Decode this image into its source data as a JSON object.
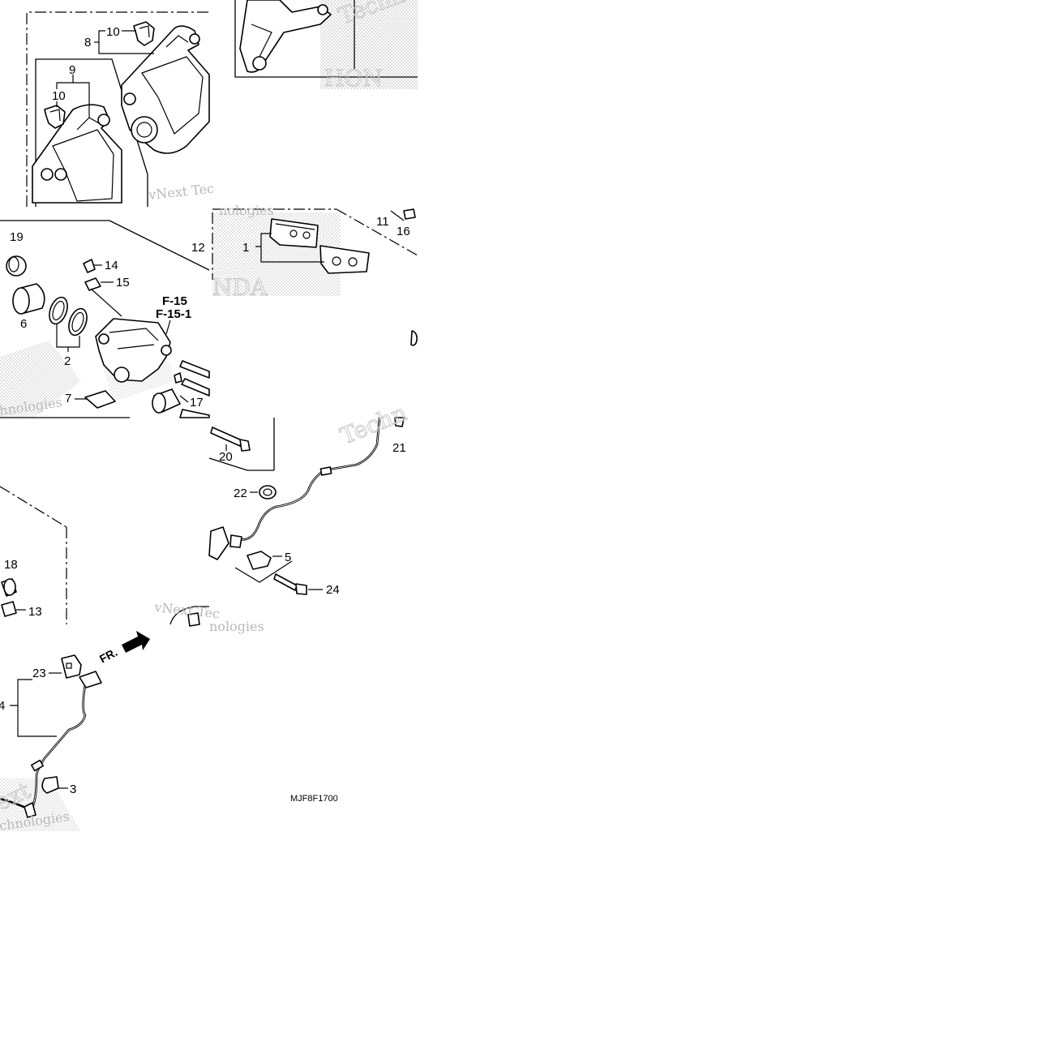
{
  "callouts": {
    "c1": "1",
    "c2": "2",
    "c3": "3",
    "c4": "4",
    "c5": "5",
    "c6": "6",
    "c7": "7",
    "c8": "8",
    "c9": "9",
    "c10a": "10",
    "c10b": "10",
    "c11": "11",
    "c12": "12",
    "c13": "13",
    "c14": "14",
    "c15": "15",
    "c16": "16",
    "c17": "17",
    "c18": "18",
    "c19": "19",
    "c20": "20",
    "c21": "21",
    "c22": "22",
    "c23": "23",
    "c24": "24"
  },
  "references": {
    "ref1": "F-15",
    "ref2": "F-15-1"
  },
  "direction_label": "FR.",
  "diagram_code": "MJF8F1700",
  "watermarks": {
    "w1": "vNext Tec",
    "w2": "nologies",
    "w3": "Techn",
    "w4": "hnologies",
    "w5": "Techn",
    "w6": "vNext Tec",
    "w7": "nologies",
    "w8": "ext",
    "w9": "chnologies",
    "w10": "HON",
    "w11": "NDA"
  }
}
